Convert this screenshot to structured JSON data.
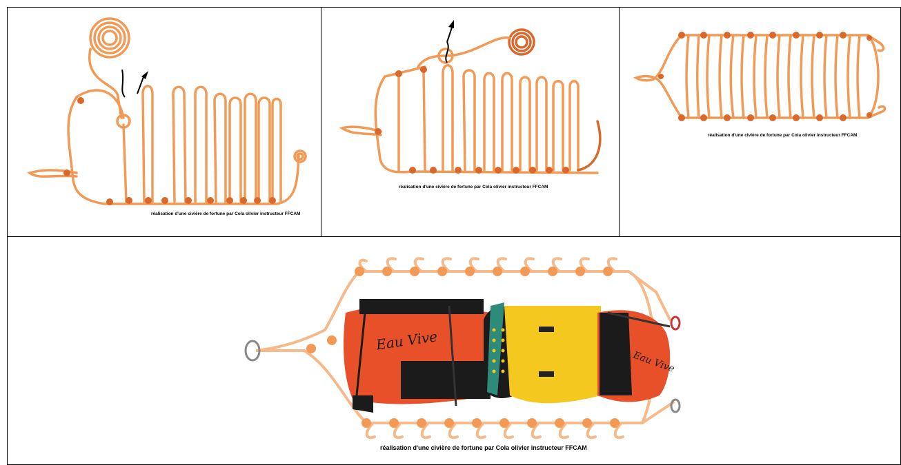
{
  "panels": [
    {
      "caption": "réalisation d'une civière de fortune par Cola olivier instructeur FFCAM"
    },
    {
      "caption": "réalisation d'une civière de fortune par Cola olivier instructeur FFCAM"
    },
    {
      "caption": "réalisation d'une civière de fortune par Cola olivier instructeur FFCAM"
    },
    {
      "caption": "réalisation d'une civière de fortune par Cola olivier instructeur FFCAM"
    }
  ],
  "bag_text": {
    "left": "Eau Vive",
    "right": "Eau Vive"
  },
  "colors": {
    "rope": "#f29a55",
    "rope_dark": "#d9682a",
    "bag_orange": "#e8502a",
    "bag_yellow": "#f4c81e",
    "bag_black": "#1b1b1b",
    "bag_teal": "#2e8b7a"
  }
}
